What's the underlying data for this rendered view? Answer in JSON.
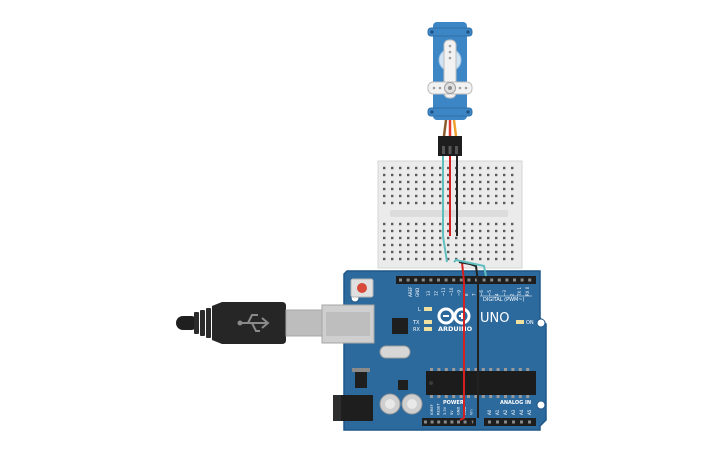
{
  "canvas": {
    "background": "#ffffff",
    "components": [
      {
        "name": "servo",
        "type": "micro-servo"
      },
      {
        "name": "breadboard",
        "type": "mini-breadboard"
      },
      {
        "name": "arduino",
        "type": "arduino-uno"
      },
      {
        "name": "usb-cable",
        "type": "usb-b-cable"
      }
    ]
  },
  "arduino": {
    "brand": "ARDUINO",
    "model": "UNO",
    "digital_label": "DIGITAL (PWM~)",
    "analog_label": "ANALOG IN",
    "power_label": "POWER",
    "on_label": "ON",
    "tx_label": "TX",
    "rx_label": "RX",
    "l_label": "L",
    "aref_label": "AREF",
    "gnd_label": "GND",
    "digital_pins": [
      "13",
      "12",
      "~11",
      "~10",
      "~9",
      "8",
      "7",
      "~6",
      "~5",
      "4",
      "~3",
      "2",
      "TX 1",
      "RX 0"
    ],
    "analog_pins": [
      "A0",
      "A1",
      "A2",
      "A3",
      "A4",
      "A5"
    ],
    "power_pins": [
      "IOREF",
      "RESET",
      "3.3V",
      "5V",
      "GND",
      "GND",
      "Vin"
    ]
  },
  "wires": [
    {
      "name": "signal-wire",
      "color": "#5fbfbf"
    },
    {
      "name": "power-wire",
      "color": "#d42020"
    },
    {
      "name": "ground-wire",
      "color": "#222222"
    }
  ],
  "colors": {
    "board": "#2c6a9e",
    "board_edge": "#1f5687",
    "servo": "#3d86c6",
    "breadboard": "#ebebeb",
    "usb": "#2a2a2a"
  }
}
